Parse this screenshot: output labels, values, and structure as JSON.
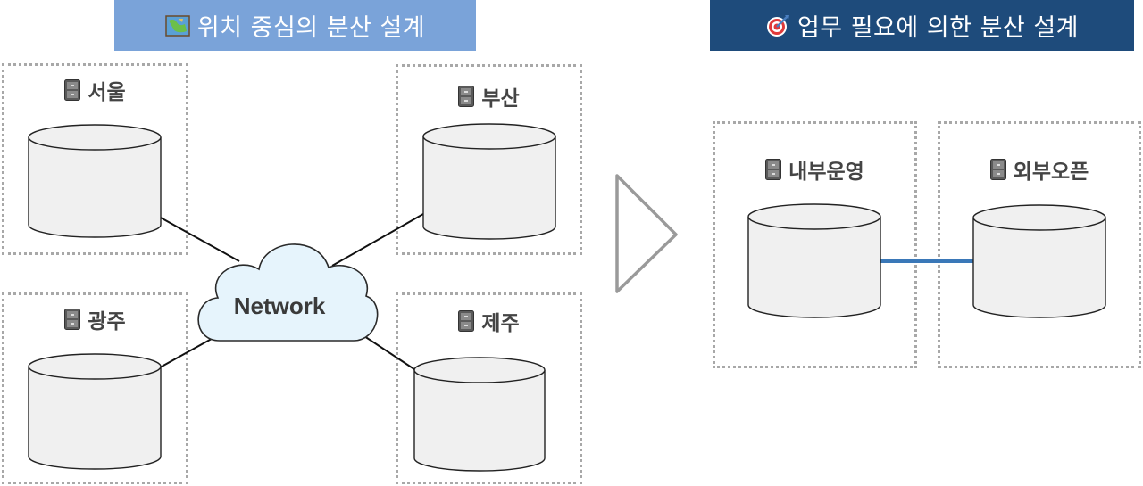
{
  "left_panel": {
    "title": "위치 중심의 분산 설계",
    "title_icon": "map-icon",
    "sites": [
      {
        "label": "서울",
        "icon": "file-cabinet-icon"
      },
      {
        "label": "부산",
        "icon": "file-cabinet-icon"
      },
      {
        "label": "광주",
        "icon": "file-cabinet-icon"
      },
      {
        "label": "제주",
        "icon": "file-cabinet-icon"
      }
    ],
    "network_label": "Network"
  },
  "arrow": {
    "icon": "triangle-arrow-right-icon"
  },
  "right_panel": {
    "title": "업무 필요에 의한 분산 설계",
    "title_icon": "target-icon",
    "sites": [
      {
        "label": "내부운영",
        "icon": "file-cabinet-icon"
      },
      {
        "label": "외부오픈",
        "icon": "file-cabinet-icon"
      }
    ]
  },
  "colors": {
    "left_banner": "#7aa3d9",
    "right_banner": "#1e4b7b",
    "cloud_fill": "#e6f4fc",
    "link_blue": "#3a78b8",
    "cylinder_fill": "#f0f0f0",
    "dotted_border": "#a8a8a8"
  }
}
